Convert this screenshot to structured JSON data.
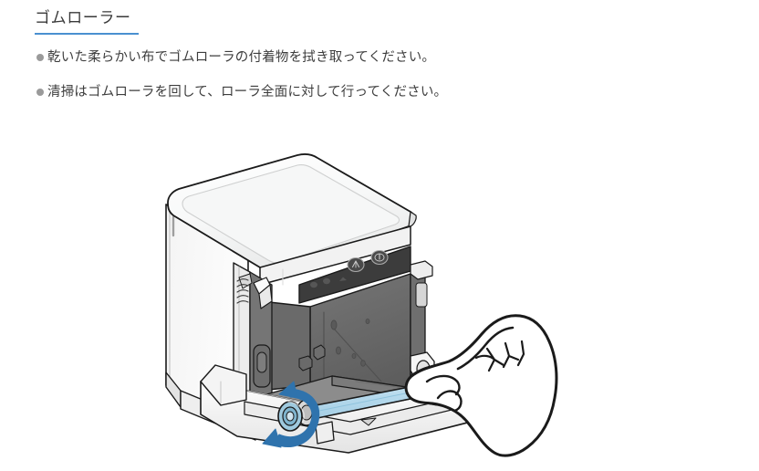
{
  "page": {
    "background_color": "#ffffff",
    "text_color": "#3d3d3d"
  },
  "heading": {
    "title": "ゴムローラー",
    "rule_color": "#4a90d0"
  },
  "instructions": {
    "bullet_color": "#9a9a9a",
    "items": [
      {
        "text": "乾いた柔らかい布でゴムローラの付着物を拭き取ってください。"
      },
      {
        "text": "清掃はゴムローラを回して、ローラ全面に対して行ってください。"
      }
    ]
  },
  "illustration": {
    "name": "receipt-printer-rubber-roller-cleaning-diagram",
    "description": "Thermal receipt printer with top cover open, a hand wiping the rubber roller with a cloth, and a blue rotation arrow at the roller end",
    "colors": {
      "outline": "#1a1a1a",
      "body_light": "#fbfbfb",
      "body_shade": "#ededed",
      "body_shade_dark": "#dcdcdc",
      "interior_dark": "#6e6e6e",
      "interior_darker": "#585858",
      "panel_dark": "#3c3c3c",
      "roller_highlight": "#b5d9ec",
      "arrow_blue": "#2f73ad"
    },
    "parts": [
      {
        "name": "top-cover",
        "label": ""
      },
      {
        "name": "control-panel",
        "label": ""
      },
      {
        "name": "power-button",
        "label": ""
      },
      {
        "name": "feed-button",
        "label": ""
      },
      {
        "name": "status-indicators",
        "label": ""
      },
      {
        "name": "paper-compartment",
        "label": ""
      },
      {
        "name": "rubber-roller",
        "label": ""
      },
      {
        "name": "rotation-arrow",
        "label": ""
      },
      {
        "name": "hand-with-cloth",
        "label": ""
      },
      {
        "name": "front-tray",
        "label": ""
      }
    ]
  }
}
